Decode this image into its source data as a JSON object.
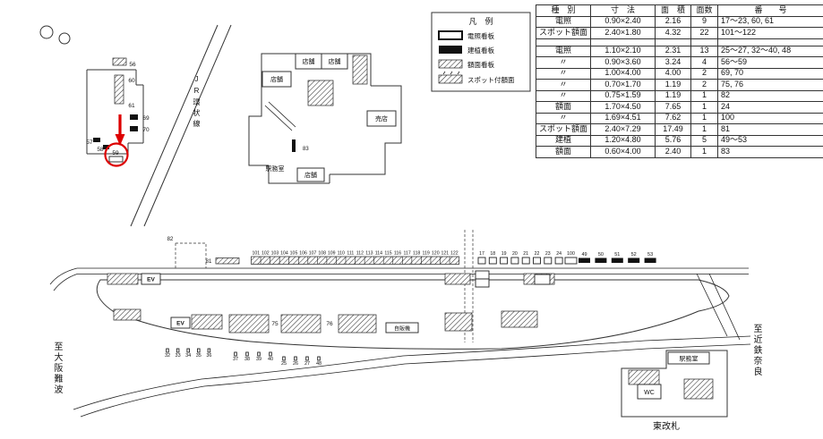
{
  "legend": {
    "title": "凡　例",
    "items": [
      {
        "label": "電照看板"
      },
      {
        "label": "建植看板"
      },
      {
        "label": "額面看板"
      },
      {
        "label": "スポット付額面"
      }
    ]
  },
  "table": {
    "headers": [
      "種　別",
      "寸　法",
      "面　積",
      "面数",
      "番　　号"
    ],
    "rows": [
      [
        "電照",
        "0.90×2.40",
        "2.16",
        "9",
        "17〜23, 60, 61"
      ],
      [
        "スポット額面",
        "2.40×1.80",
        "4.32",
        "22",
        "101〜122"
      ],
      [
        "",
        "",
        "",
        "",
        ""
      ],
      [
        "電照",
        "1.10×2.10",
        "2.31",
        "13",
        "25〜27, 32〜40, 48"
      ],
      [
        "〃",
        "0.90×3.60",
        "3.24",
        "4",
        "56〜59"
      ],
      [
        "〃",
        "1.00×4.00",
        "4.00",
        "2",
        "69, 70"
      ],
      [
        "〃",
        "0.70×1.70",
        "1.19",
        "2",
        "75, 76"
      ],
      [
        "〃",
        "0.75×1.59",
        "1.19",
        "1",
        "82"
      ],
      [
        "額面",
        "1.70×4.50",
        "7.65",
        "1",
        "24"
      ],
      [
        "〃",
        "1.69×4.51",
        "7.62",
        "1",
        "100"
      ],
      [
        "スポット額面",
        "2.40×7.29",
        "17.49",
        "1",
        "81"
      ],
      [
        "建植",
        "1.20×4.80",
        "5.76",
        "5",
        "49〜53"
      ],
      [
        "額面",
        "0.60×4.00",
        "2.40",
        "1",
        "83"
      ]
    ]
  },
  "left_map": {
    "road_label": "JR環状線",
    "signs": {
      "s56": "56",
      "s60": "60",
      "s61": "61",
      "s69": "69",
      "s70": "70",
      "s57": "57",
      "s58": "58",
      "s59": "59"
    },
    "highlight_color": "#dd0000"
  },
  "concourse_map": {
    "shop_a": "店舗",
    "shop_b": "店舗",
    "shop_c": "店舗",
    "kiosk": "売店",
    "office": "駅務室",
    "shop_d": "店舗",
    "sign83": "83"
  },
  "platform": {
    "dest_left": "至大阪難波",
    "dest_right": "至近鉄奈良",
    "spot_numbers": [
      "101",
      "102",
      "103",
      "104",
      "105",
      "106",
      "107",
      "108",
      "109",
      "110",
      "111",
      "112",
      "113",
      "114",
      "115",
      "116",
      "117",
      "118",
      "119",
      "120",
      "121",
      "122"
    ],
    "densho_numbers": [
      "17",
      "18",
      "19",
      "20",
      "21",
      "22",
      "23",
      "24"
    ],
    "number_100": "100",
    "kenshoku_numbers": [
      "49",
      "50",
      "51",
      "52",
      "53"
    ],
    "sign81": "81",
    "sign82": "82",
    "sign75": "75",
    "sign76": "76",
    "lower_numbers_a": [
      "32",
      "33",
      "34",
      "35",
      "36"
    ],
    "lower_numbers_b": [
      "37",
      "38",
      "39",
      "40"
    ],
    "lower_numbers_c": [
      "25",
      "26",
      "27",
      "48"
    ],
    "ev_label": "EV",
    "vending_label": "自販機",
    "gate_label": "東改札",
    "gate_office": "駅務室",
    "gate_wc": "WC"
  }
}
